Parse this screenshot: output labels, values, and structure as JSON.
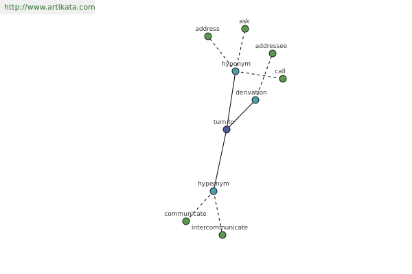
{
  "source_url": "http://www.artikata.com",
  "colors": {
    "root": "#4b5f9e",
    "relation": "#4f9db0",
    "leaf": "#5b9a4e"
  },
  "graph": {
    "nodes": [
      {
        "id": "turn-to",
        "label": "turn to",
        "kind": "root"
      },
      {
        "id": "hyponym",
        "label": "hyponym",
        "kind": "relation"
      },
      {
        "id": "derivation",
        "label": "derivation",
        "kind": "relation"
      },
      {
        "id": "hypernym",
        "label": "hypernym",
        "kind": "relation"
      },
      {
        "id": "address",
        "label": "address",
        "kind": "leaf"
      },
      {
        "id": "ask",
        "label": "ask",
        "kind": "leaf"
      },
      {
        "id": "addressee",
        "label": "addressee",
        "kind": "leaf"
      },
      {
        "id": "call",
        "label": "call",
        "kind": "leaf"
      },
      {
        "id": "communicate",
        "label": "communicate",
        "kind": "leaf"
      },
      {
        "id": "intercommunicate",
        "label": "intercommunicate",
        "kind": "leaf"
      }
    ],
    "edges": [
      {
        "from": "turn-to",
        "to": "hyponym",
        "style": "solid"
      },
      {
        "from": "turn-to",
        "to": "derivation",
        "style": "solid"
      },
      {
        "from": "turn-to",
        "to": "hypernym",
        "style": "solid"
      },
      {
        "from": "hyponym",
        "to": "address",
        "style": "dashed"
      },
      {
        "from": "hyponym",
        "to": "ask",
        "style": "dashed"
      },
      {
        "from": "hyponym",
        "to": "call",
        "style": "dashed"
      },
      {
        "from": "derivation",
        "to": "addressee",
        "style": "dashed"
      },
      {
        "from": "hypernym",
        "to": "communicate",
        "style": "dashed"
      },
      {
        "from": "hypernym",
        "to": "intercommunicate",
        "style": "dashed"
      }
    ]
  }
}
